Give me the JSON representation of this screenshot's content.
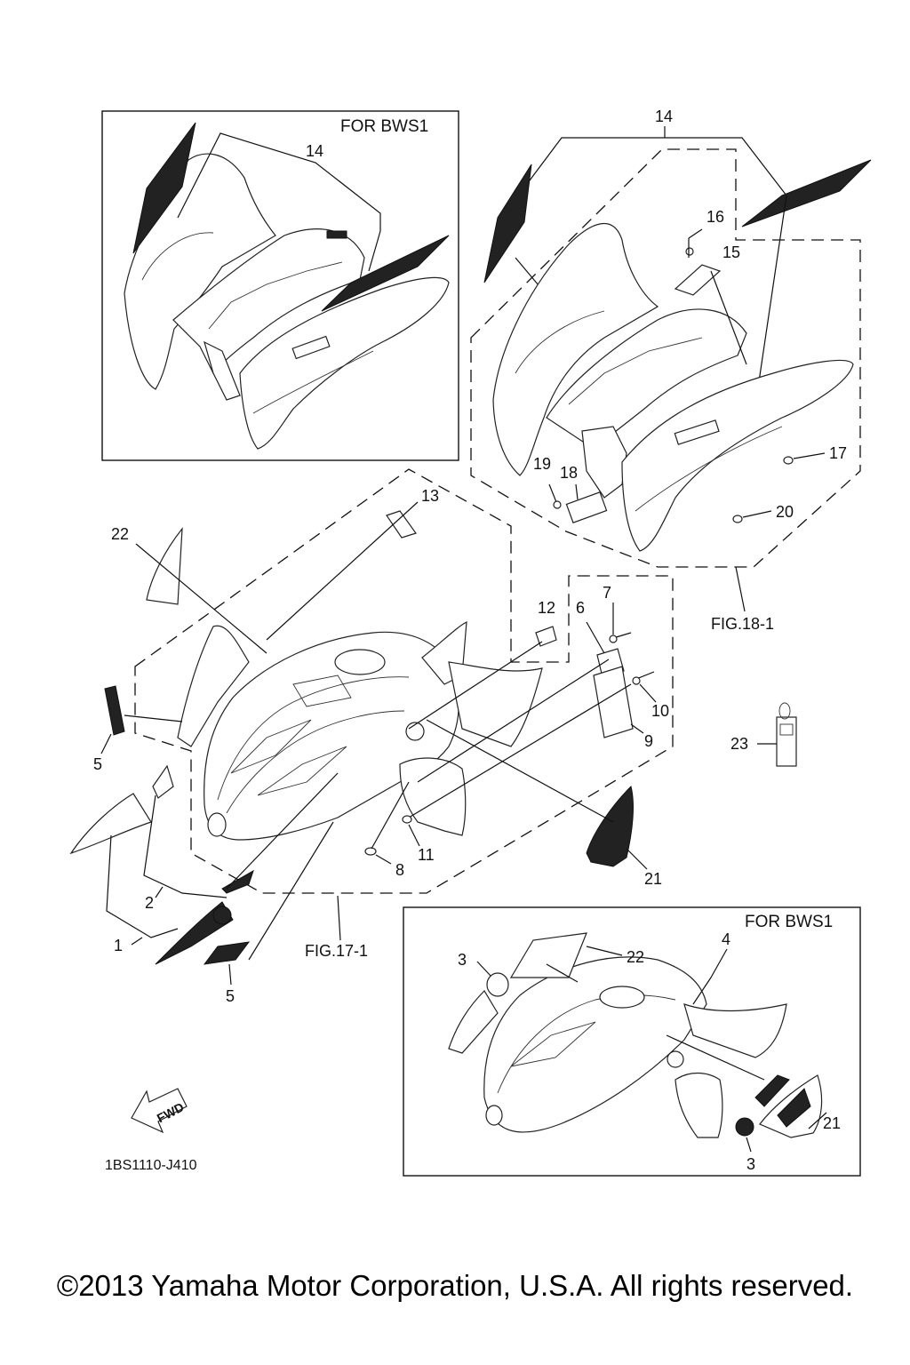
{
  "diagram": {
    "box_titles": {
      "top_left": "FOR BWS1",
      "bottom_right": "FOR BWS1"
    },
    "figure_refs": {
      "fig18": "FIG.18-1",
      "fig17": "FIG.17-1"
    },
    "part_code": "1BS1110-J410",
    "fwd_label": "FWD",
    "callouts": {
      "c14a": "14",
      "c14b": "14",
      "c16": "16",
      "c15": "15",
      "c17": "17",
      "c19": "19",
      "c18": "18",
      "c20": "20",
      "c13": "13",
      "c22a": "22",
      "c12": "12",
      "c6": "6",
      "c7": "7",
      "c10": "10",
      "c9": "9",
      "c23": "23",
      "c5a": "5",
      "c21a": "21",
      "c11": "11",
      "c8": "8",
      "c2": "2",
      "c1": "1",
      "c5b": "5",
      "c3a": "3",
      "c22b": "22",
      "c4": "4",
      "c3b": "3",
      "c21b": "21"
    }
  },
  "footer": {
    "copyright": "©2013 Yamaha Motor Corporation, U.S.A. All rights reserved."
  }
}
